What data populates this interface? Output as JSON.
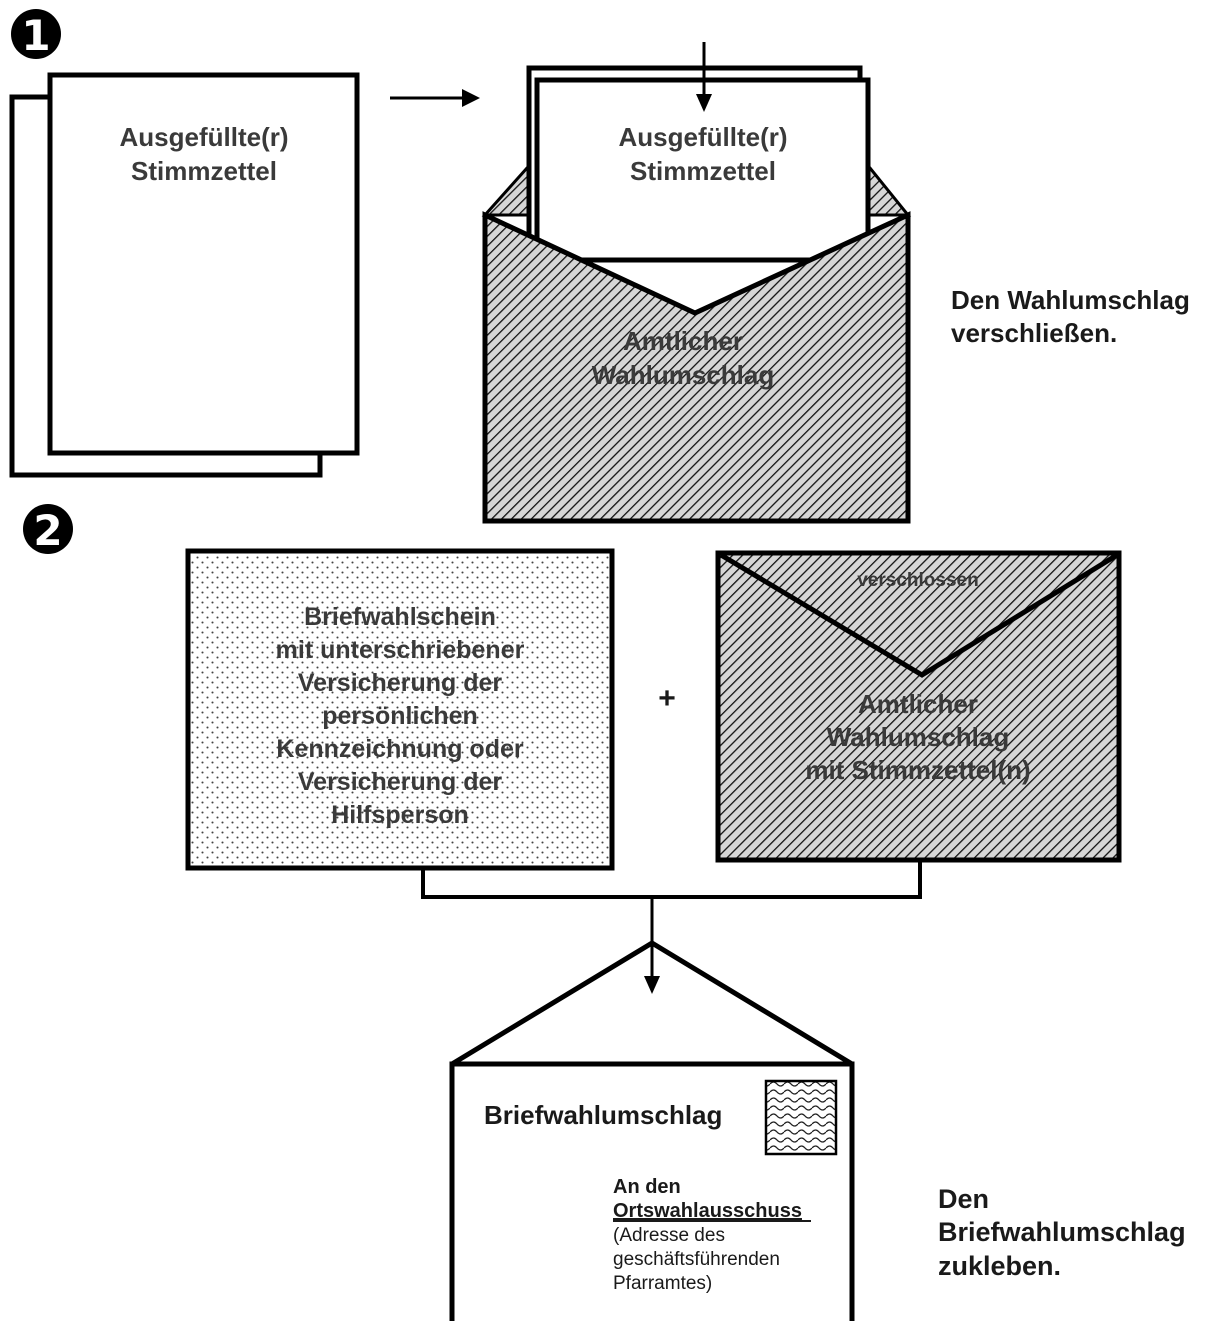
{
  "step1": {
    "number": "1",
    "ballot_line1": "Ausgefüllte(r)",
    "ballot_line2": "Stimmzettel",
    "inserted_ballot_line1": "Ausgefüllte(r)",
    "inserted_ballot_line2": "Stimmzettel",
    "envelope_line1": "Amtlicher",
    "envelope_line2": "Wahlumschlag",
    "instruction_line1": "Den Wahlumschlag",
    "instruction_line2": "verschließen."
  },
  "step2": {
    "number": "2",
    "certificate_lines": [
      "Briefwahlschein",
      "mit unterschriebener",
      "Versicherung der",
      "persönlichen",
      "Kennzeichnung oder",
      "Versicherung der",
      "Hilfsperson"
    ],
    "plus": "+",
    "sealed_label": "verschlossen",
    "sealed_envelope_lines": [
      "Amtlicher",
      "Wahlumschlag",
      "mit Stimmzettel(n)"
    ]
  },
  "step3": {
    "envelope_title": "Briefwahlumschlag",
    "address_line1": "An den",
    "address_line2": "Ortswahlausschuss",
    "address_line3": "(Adresse des",
    "address_line4": "geschäftsführenden",
    "address_line5": "Pfarramtes)",
    "instruction_line1": "Den",
    "instruction_line2": "Briefwahlumschlag",
    "instruction_line3": "zukleben."
  },
  "icons": [
    "arrow-right-icon",
    "arrow-down-icon",
    "stamp-icon"
  ],
  "colors": {
    "line": "#000000",
    "hatch_fill": "#c8c8c8",
    "text": "#3a3a3a"
  }
}
